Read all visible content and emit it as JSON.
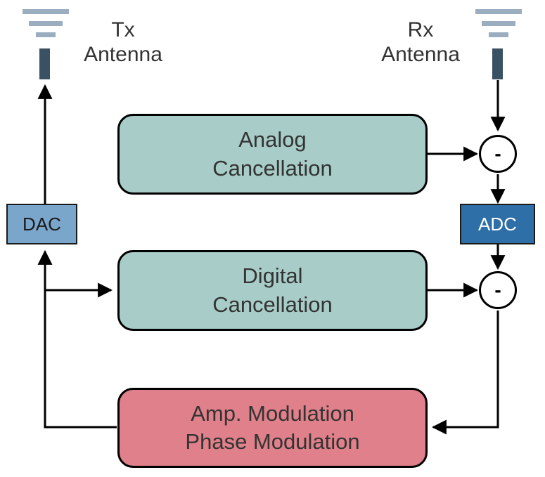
{
  "tx_antenna": {
    "line1": "Tx",
    "line2": "Antenna"
  },
  "rx_antenna": {
    "line1": "Rx",
    "line2": "Antenna"
  },
  "analog_block": {
    "line1": "Analog",
    "line2": "Cancellation",
    "fill": "#a8cdc8"
  },
  "digital_block": {
    "line1": "Digital",
    "line2": "Cancellation",
    "fill": "#a8cdc8"
  },
  "modulation_block": {
    "line1": "Amp. Modulation",
    "line2": "Phase Modulation",
    "fill": "#e0808a"
  },
  "dac": {
    "label": "DAC",
    "fill": "#7aa6cc",
    "text_color": "#1a1a1a"
  },
  "adc": {
    "label": "ADC",
    "fill": "#2f6fa8",
    "text_color": "#ffffff"
  },
  "sum_analog": {
    "symbol": "-"
  },
  "sum_digital": {
    "symbol": "-"
  },
  "colors": {
    "antenna_bar": "#9aaec0",
    "antenna_mast": "#3a5163",
    "line": "#000000"
  }
}
